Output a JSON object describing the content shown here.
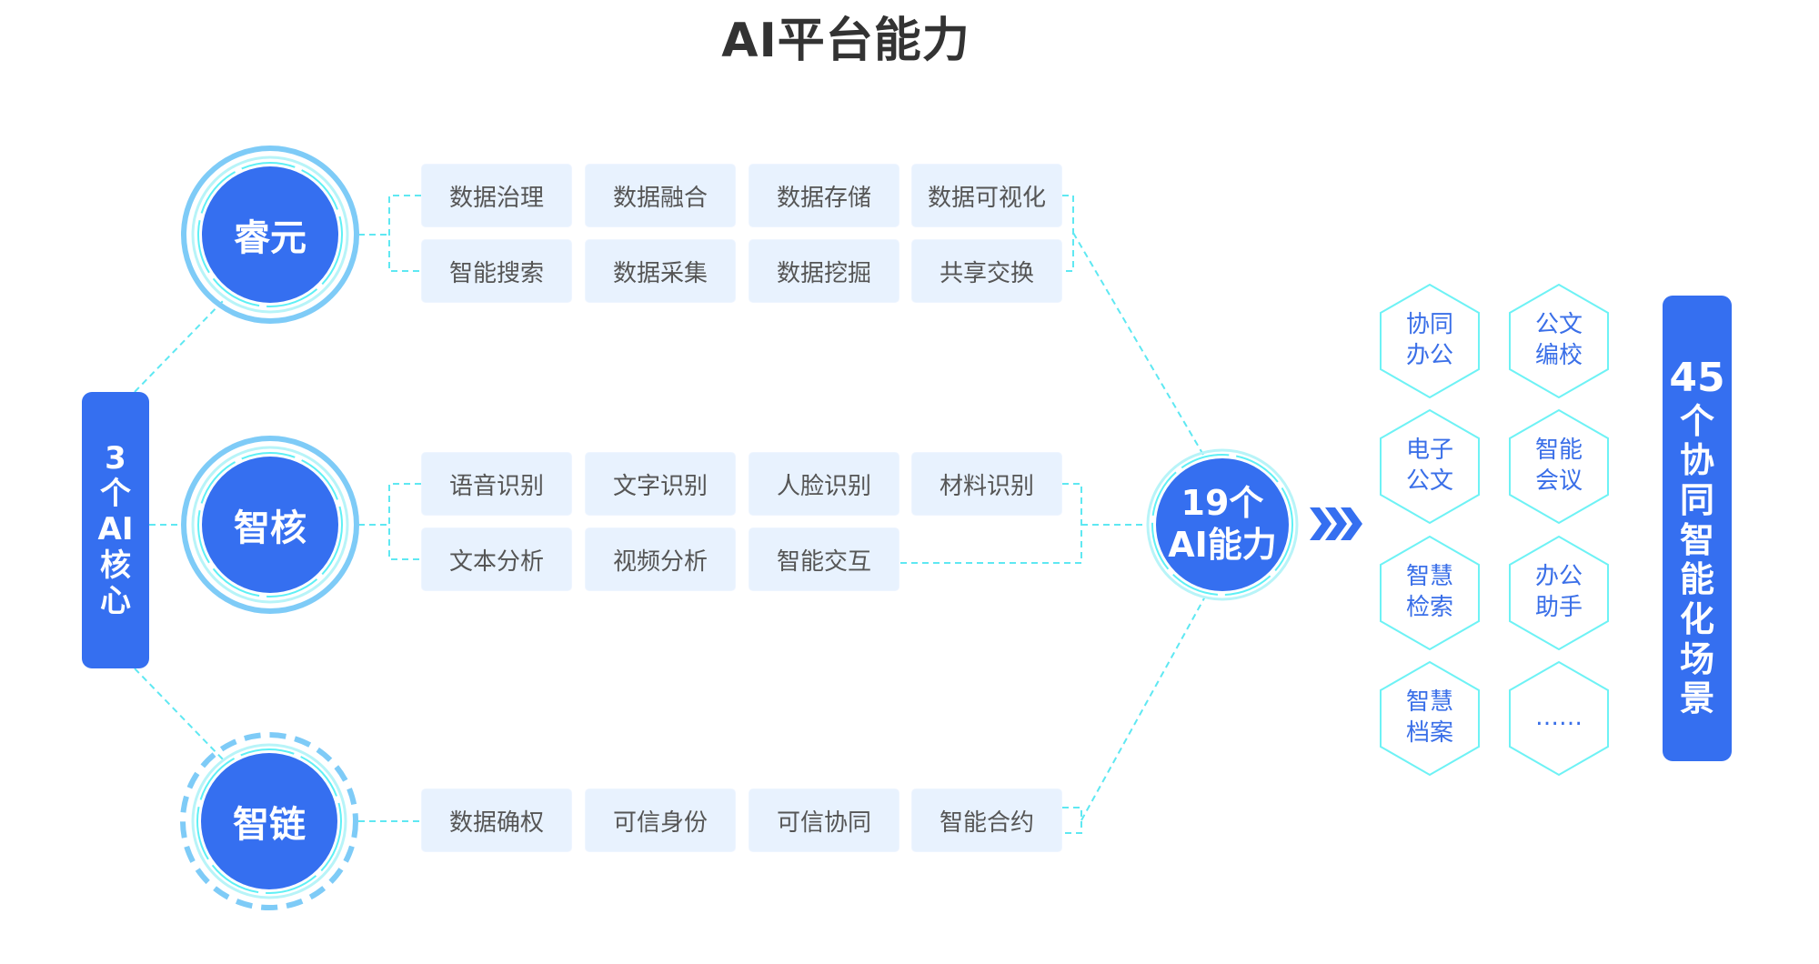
{
  "title": "AI平台能力",
  "left_bar": {
    "chars": [
      "3",
      "个",
      "AI",
      "核",
      "心"
    ]
  },
  "cores": [
    {
      "name": "睿元",
      "ring_style": "solid",
      "capabilities": [
        "数据治理",
        "数据融合",
        "数据存储",
        "数据可视化",
        "智能搜索",
        "数据采集",
        "数据挖掘",
        "共享交换"
      ]
    },
    {
      "name": "智核",
      "ring_style": "solid",
      "capabilities": [
        "语音识别",
        "文字识别",
        "人脸识别",
        "材料识别",
        "文本分析",
        "视频分析",
        "智能交互"
      ]
    },
    {
      "name": "智链",
      "ring_style": "dashed",
      "capabilities": [
        "数据确权",
        "可信身份",
        "可信协同",
        "智能合约"
      ]
    }
  ],
  "center": {
    "line1": "19个",
    "line2": "AI能力"
  },
  "arrow_icon": "triple-chevron-right",
  "scenarios": [
    {
      "line1": "协同",
      "line2": "办公"
    },
    {
      "line1": "公文",
      "line2": "编校"
    },
    {
      "line1": "电子",
      "line2": "公文"
    },
    {
      "line1": "智能",
      "line2": "会议"
    },
    {
      "line1": "智慧",
      "line2": "检索"
    },
    {
      "line1": "办公",
      "line2": "助手"
    },
    {
      "line1": "智慧",
      "line2": "档案"
    },
    {
      "line1": "……",
      "line2": ""
    }
  ],
  "right_bar": {
    "chars": [
      "45",
      "个",
      "协",
      "同",
      "智",
      "能",
      "化",
      "场",
      "景"
    ]
  },
  "colors": {
    "primary": "#356ff0",
    "ring_light": "#7ecbf7",
    "ring_cyan": "#5ff0f5",
    "box_bg": "#e8f2fe",
    "box_text": "#555555",
    "hex_stroke": "#6ef2f5",
    "hex_text": "#3a6fe8",
    "title": "#333333"
  }
}
